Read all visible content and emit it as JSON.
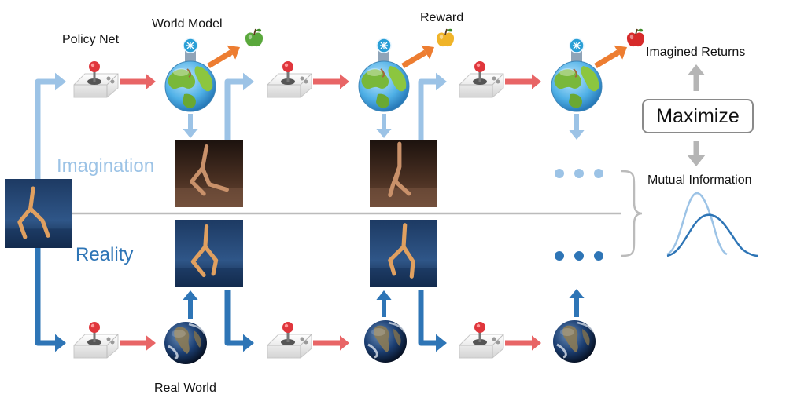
{
  "labels": {
    "policy_net": "Policy Net",
    "world_model": "World Model",
    "reward": "Reward",
    "imagined_returns": "Imagined Returns",
    "maximize": "Maximize",
    "mutual_information": "Mutual Information",
    "imagination": "Imagination",
    "reality": "Reality",
    "real_world": "Real World"
  },
  "colors": {
    "imagination_blue": "#9cc3e6",
    "reality_blue": "#2e75b6",
    "action_red": "#e86566",
    "reward_orange": "#ed7d31",
    "gray": "#b5b5b5"
  },
  "icons": {
    "controller": "joystick-icon",
    "world_model": "world-model-globe-icon",
    "real_world": "earth-icon",
    "reward": "apple-icon",
    "agent_frame": "walker-frame-icon"
  },
  "reward_apple_colors": [
    "#5aa83c",
    "#f0b429",
    "#d62a2a"
  ]
}
